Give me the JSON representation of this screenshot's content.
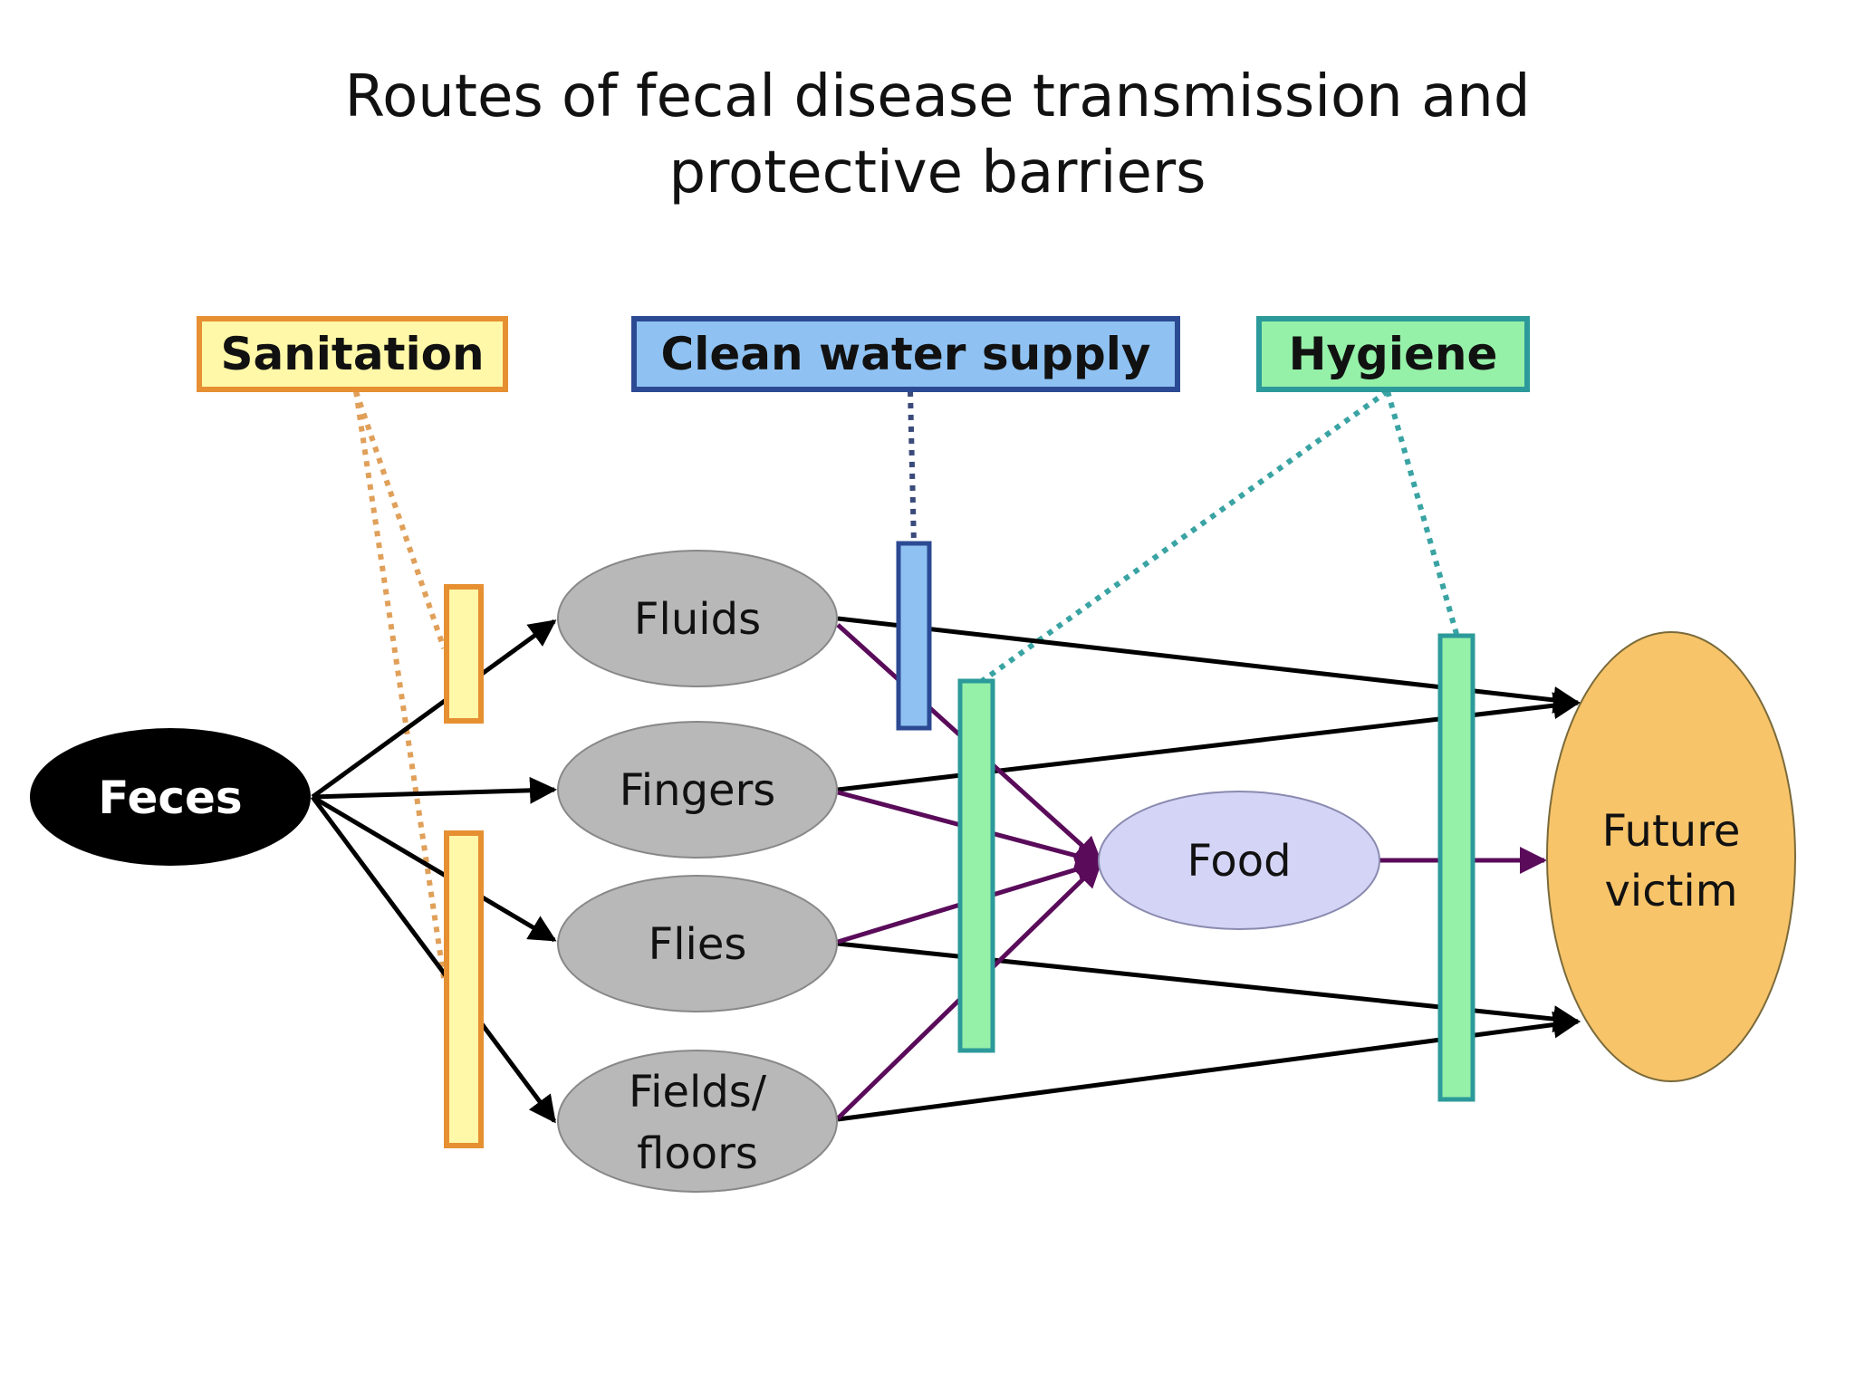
{
  "title": {
    "line1": "Routes of fecal disease transmission and",
    "line2": "protective barriers"
  },
  "barriers": {
    "sanitation": "Sanitation",
    "water": "Clean water supply",
    "hygiene": "Hygiene"
  },
  "nodes": {
    "feces": "Feces",
    "fluids": "Fluids",
    "fingers": "Fingers",
    "flies": "Flies",
    "fields_line1": "Fields/",
    "fields_line2": "floors",
    "food": "Food",
    "victim_line1": "Future",
    "victim_line2": "victim"
  },
  "colors": {
    "sanitation_fill": "#fff8a8",
    "sanitation_border": "#e69032",
    "water_fill": "#8fc2f2",
    "water_border": "#2c4a93",
    "hygiene_fill": "#95f0a8",
    "hygiene_border": "#2c9a9a",
    "node_gray": "#b8b8b8",
    "food_fill": "#d4d4f6",
    "victim_fill": "#f7c46a",
    "purple_arrow": "#5a0b5a",
    "sanitation_dots": "#e0a05a",
    "water_dots": "#3a4a7a",
    "hygiene_dots": "#3aa3a3"
  }
}
